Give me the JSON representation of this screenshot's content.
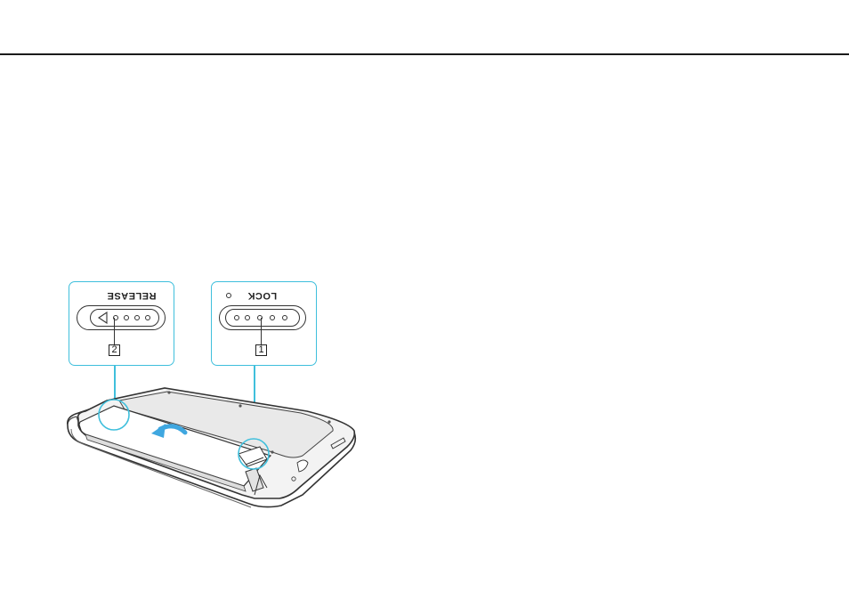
{
  "page": {
    "rule_color": "#1a1a1a",
    "accent_color": "#3fbfdc"
  },
  "figure": {
    "release_callout": {
      "label": "RELEASE",
      "number": "2"
    },
    "lock_callout": {
      "label": "LOCK",
      "number": "1"
    },
    "icons": [
      "arrow-icon",
      "unlock-ring-icon",
      "laptop-underside-illustration"
    ]
  }
}
